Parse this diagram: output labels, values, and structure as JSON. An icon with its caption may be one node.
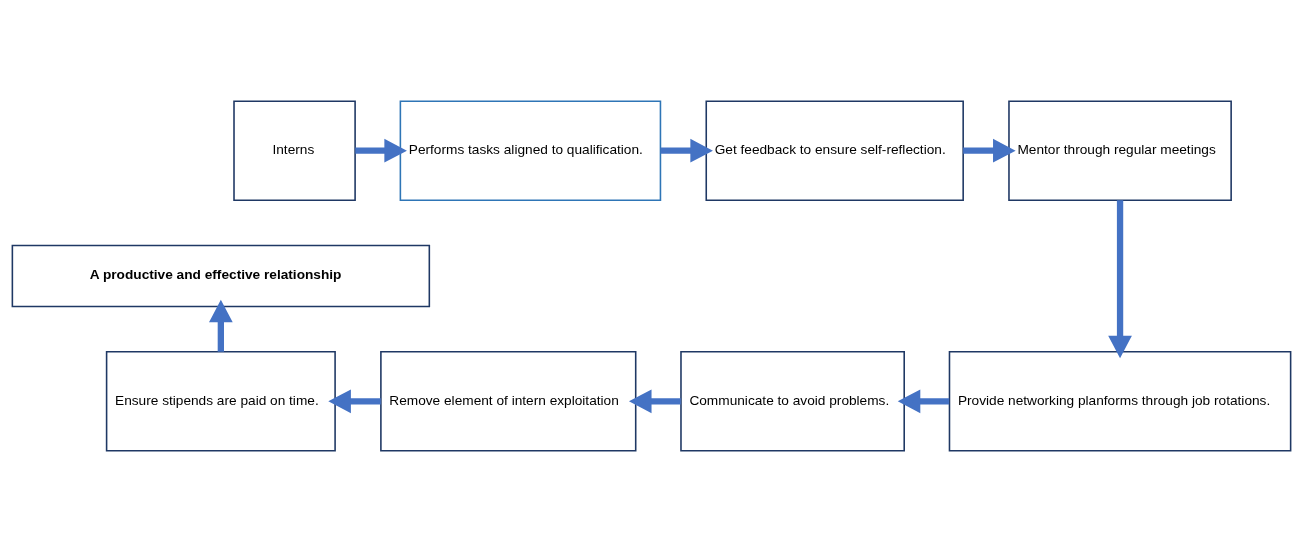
{
  "diagram": {
    "nodes": [
      {
        "text": [
          "Interns"
        ]
      },
      {
        "text": [
          "Performs tasks aligned to qualification."
        ]
      },
      {
        "text": [
          "Get feedback to ensure self-reflection."
        ]
      },
      {
        "text": [
          "Mentor through regular meetings"
        ]
      },
      {
        "text": [
          "Provide networking planforms through job rotations."
        ]
      },
      {
        "text": [
          "Communicate to avoid problems."
        ]
      },
      {
        "text": [
          "Remove element of intern exploitation"
        ]
      },
      {
        "text": [
          "Ensure stipends are paid on time."
        ]
      },
      {
        "text": [
          "A productive and effective relationship"
        ]
      }
    ],
    "edges": [
      {
        "from": 0,
        "to": 1,
        "arrow": "to"
      },
      {
        "from": 1,
        "to": 2,
        "arrow": "to"
      },
      {
        "from": 2,
        "to": 3,
        "arrow": "to"
      },
      {
        "from": 3,
        "to": 4,
        "arrow": "to"
      },
      {
        "from": 4,
        "to": 5,
        "arrow": "to"
      },
      {
        "from": 5,
        "to": 6,
        "arrow": "to"
      },
      {
        "from": 6,
        "to": 7,
        "arrow": "to"
      },
      {
        "from": 7,
        "to": 8,
        "arrow": "to"
      }
    ]
  }
}
